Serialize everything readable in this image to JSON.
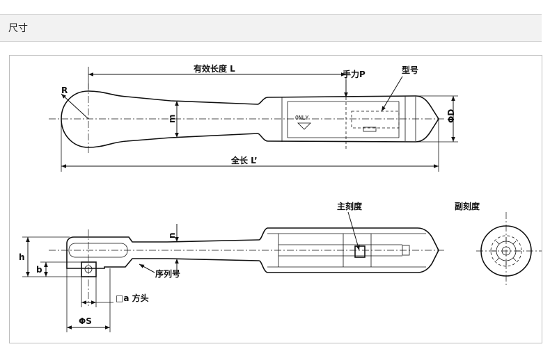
{
  "header": {
    "title": "尺寸"
  },
  "labels": {
    "effective_length": "有效长度 L",
    "hand_force": "手力P",
    "model": "型号",
    "radius": "R",
    "m": "m",
    "diameter_d": "ΦD",
    "total_length": "全长 L’",
    "only": "ONLY",
    "main_scale": "主刻度",
    "sub_scale": "副刻度",
    "n": "n",
    "h": "h",
    "b": "b",
    "serial": "序列号",
    "square_drive": "□a 方头",
    "diameter_s": "ΦS"
  }
}
